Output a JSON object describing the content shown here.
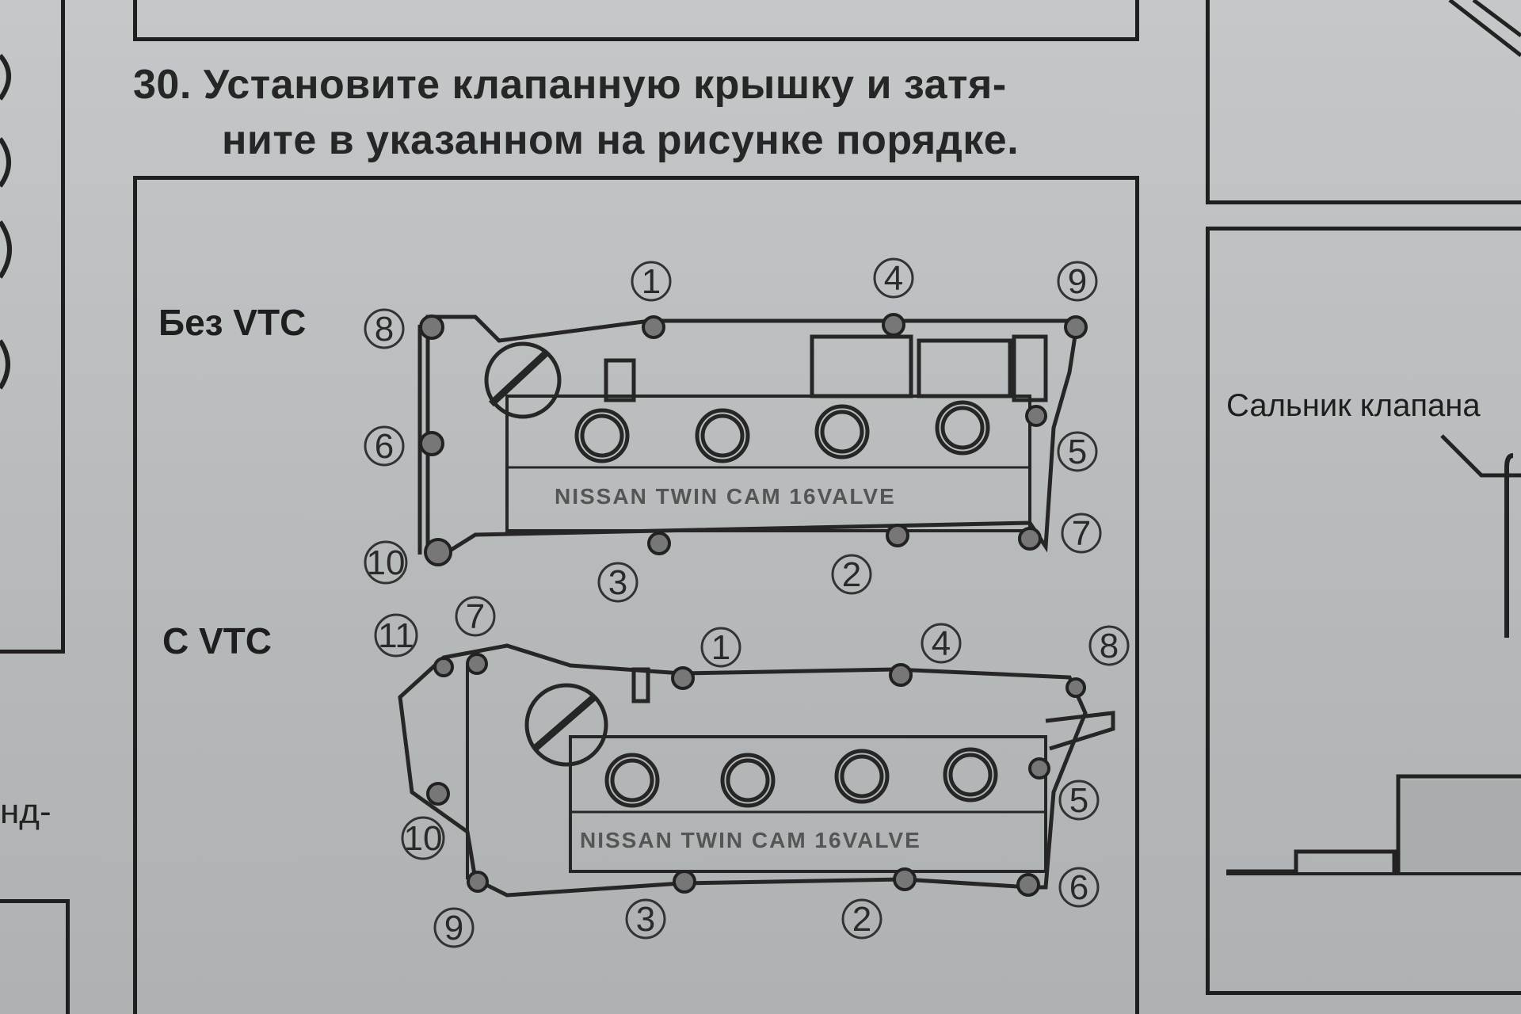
{
  "instruction": {
    "line1": "30. Установите клапанную крышку и затя-",
    "line2": "ните в указанном на рисунке порядке."
  },
  "variants": [
    {
      "label": "Без VTC",
      "cover_marking": "NISSAN TWIN CAM 16VALVE",
      "bolt_order": [
        "1",
        "2",
        "3",
        "4",
        "5",
        "6",
        "7",
        "8",
        "9",
        "10"
      ]
    },
    {
      "label": "С VTC",
      "cover_marking": "NISSAN TWIN CAM 16VALVE",
      "bolt_order": [
        "1",
        "2",
        "3",
        "4",
        "5",
        "6",
        "7",
        "8",
        "9",
        "10",
        "11"
      ]
    }
  ],
  "side_panel": {
    "label": "Сальник клапана"
  },
  "left_fragment": {
    "text": "нд-"
  }
}
